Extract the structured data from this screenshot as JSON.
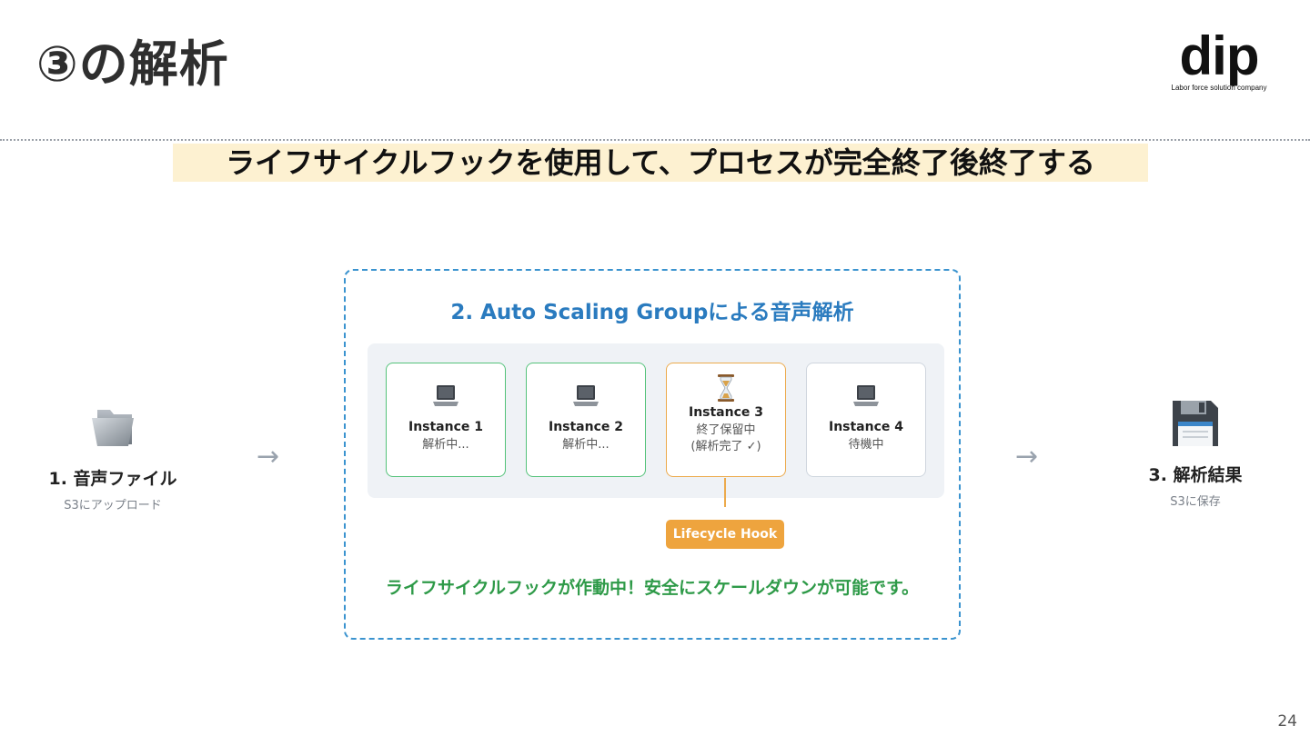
{
  "header": {
    "title": "③の解析",
    "logo": {
      "wordmark": "dip",
      "tagline": "Labor force solution company"
    }
  },
  "subtitle": "ライフサイクルフックを使用して、プロセスが完全終了後終了する",
  "diagram": {
    "step1": {
      "icon": "folder-icon",
      "title": "1. 音声ファイル",
      "sub": "S3にアップロード"
    },
    "arrow": "→",
    "asg": {
      "title": "2. Auto Scaling Groupによる音声解析",
      "instances": [
        {
          "icon": "laptop-icon",
          "name": "Instance 1",
          "status": [
            "解析中..."
          ],
          "state": "active"
        },
        {
          "icon": "laptop-icon",
          "name": "Instance 2",
          "status": [
            "解析中..."
          ],
          "state": "active"
        },
        {
          "icon": "hourglass-icon",
          "name": "Instance 3",
          "status": [
            "終了保留中",
            "(解析完了 ✓)"
          ],
          "state": "pending"
        },
        {
          "icon": "laptop-icon",
          "name": "Instance 4",
          "status": [
            "待機中"
          ],
          "state": "idle"
        }
      ],
      "hook_label": "Lifecycle Hook",
      "message": "ライフサイクルフックが作動中！安全にスケールダウンが可能です。"
    },
    "step3": {
      "icon": "floppy-disk-icon",
      "title": "3. 解析結果",
      "sub": "S3に保存"
    }
  },
  "colors": {
    "asg_border": "#3a93cf",
    "active": "#54c27a",
    "pending": "#ecaa4c",
    "idle": "#cfd6de",
    "message": "#2e9a48",
    "subtitle_highlight": "#fdf1d1"
  },
  "page_number": "24"
}
